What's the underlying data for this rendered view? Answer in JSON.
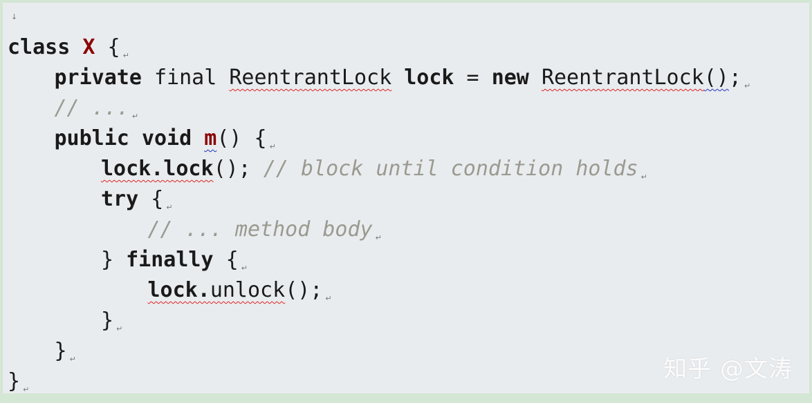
{
  "document": {
    "paragraph_mark": "↵",
    "top_mark": "↓",
    "watermark": "知乎 @文涛",
    "lines": [
      {
        "indent": 0,
        "tokens": [
          {
            "t": "class ",
            "c": "kw"
          },
          {
            "t": "X",
            "c": "red"
          },
          {
            "t": " {",
            "c": "plain"
          }
        ]
      },
      {
        "indent": 1,
        "tokens": [
          {
            "t": "private ",
            "c": "kw"
          },
          {
            "t": "final ",
            "c": "plain"
          },
          {
            "t": "ReentrantLock",
            "c": "plain squig-red"
          },
          {
            "t": " ",
            "c": "plain"
          },
          {
            "t": "lock",
            "c": "bold"
          },
          {
            "t": " = ",
            "c": "plain"
          },
          {
            "t": "new ",
            "c": "kw"
          },
          {
            "t": "ReentrantLock",
            "c": "plain squig-red"
          },
          {
            "t": "()",
            "c": "plain squig-blue"
          },
          {
            "t": ";",
            "c": "plain"
          }
        ]
      },
      {
        "indent": 1,
        "tokens": [
          {
            "t": "// ...",
            "c": "comment"
          }
        ]
      },
      {
        "indent": 1,
        "tokens": [
          {
            "t": "public ",
            "c": "kw"
          },
          {
            "t": "void ",
            "c": "kw"
          },
          {
            "t": "m",
            "c": "red squig-blue"
          },
          {
            "t": "() {",
            "c": "plain"
          }
        ]
      },
      {
        "indent": 2,
        "tokens": [
          {
            "t": "lock.lock",
            "c": "bold squig-red"
          },
          {
            "t": "(); ",
            "c": "plain"
          },
          {
            "t": "// block until condition holds",
            "c": "comment"
          }
        ]
      },
      {
        "indent": 2,
        "tokens": [
          {
            "t": "try",
            "c": "kw"
          },
          {
            "t": " {",
            "c": "plain"
          }
        ]
      },
      {
        "indent": 3,
        "tokens": [
          {
            "t": "// ... method body",
            "c": "comment"
          }
        ]
      },
      {
        "indent": 2,
        "tokens": [
          {
            "t": "} ",
            "c": "plain"
          },
          {
            "t": "finally",
            "c": "kw"
          },
          {
            "t": " {",
            "c": "plain"
          }
        ]
      },
      {
        "indent": 3,
        "tokens": [
          {
            "t": "lock.",
            "c": "bold squig-red"
          },
          {
            "t": "unlock",
            "c": "plain squig-red"
          },
          {
            "t": "();",
            "c": "plain"
          }
        ]
      },
      {
        "indent": 2,
        "tokens": [
          {
            "t": "}",
            "c": "plain"
          }
        ]
      },
      {
        "indent": 1,
        "tokens": [
          {
            "t": "}",
            "c": "plain"
          }
        ]
      },
      {
        "indent": 0,
        "tokens": [
          {
            "t": "}",
            "c": "plain"
          }
        ]
      }
    ]
  }
}
